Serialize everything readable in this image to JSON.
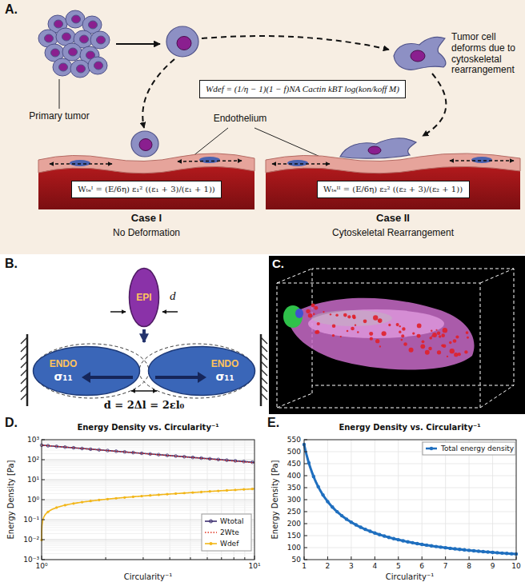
{
  "diagram": {
    "nodes": [
      {
        "text": [
          "Wdef = (1/η − 1)(1 − f)NA Cactin kBT log(kon/koff M)"
        ]
      },
      {
        "text": [
          "Wₜₑᴵ = (E/6η) ε₁² ((ε₁ + 3)/(ε₁ + 1))"
        ]
      },
      {
        "text": [
          "Wₜₑᴵᴵ = (E/6η) ε₂² ((ε₂ + 3)/(ε₂ + 1))"
        ]
      },
      {
        "text": [
          "EPI"
        ]
      },
      {
        "text": [
          "ENDO",
          "σ₁₁"
        ]
      },
      {
        "text": [
          "ENDO",
          "σ₁₁"
        ]
      }
    ],
    "labels": [
      "A.",
      "Primary tumor",
      "Tumor cell deforms due to cytoskeletal rearrangement",
      "Endothelium",
      "Case I",
      "No Deformation",
      "Case II",
      "Cytoskeletal Rearrangement",
      "B.",
      "d",
      "d = 2Δl = 2εl₀",
      "C.",
      "D.",
      "Energy Density vs. Circularity⁻¹",
      "Energy Density [Pa]",
      "Circularity⁻¹",
      "10⁻³",
      "10⁻²",
      "10⁻¹",
      "10⁰",
      "10¹",
      "10²",
      "10³",
      "10⁰",
      "10¹",
      "E.",
      "Energy Density vs. Circularity⁻¹",
      "Energy Density [Pa]",
      "Circularity⁻¹",
      "50",
      "100",
      "150",
      "200",
      "250",
      "300",
      "350",
      "400",
      "450",
      "500",
      "550",
      "1",
      "2",
      "3",
      "4",
      "5",
      "6",
      "7",
      "8",
      "9",
      "10"
    ],
    "legend": [
      {
        "text": "Wtotal"
      },
      {
        "text": "2Wte"
      },
      {
        "text": "Wdef"
      },
      {
        "text": "Total energy density"
      }
    ]
  }
}
